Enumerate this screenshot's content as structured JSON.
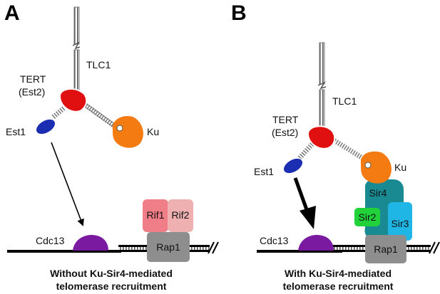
{
  "panels": [
    {
      "letter": "A",
      "labels": {
        "tlc1": "TLC1",
        "tert_line1": "TERT",
        "tert_line2": "(Est2)",
        "est1": "Est1",
        "ku": "Ku",
        "cdc13": "Cdc13",
        "rif1": "Rif1",
        "rif2": "Rif2",
        "rap1": "Rap1"
      },
      "caption_line1": "Without Ku-Sir4-mediated",
      "caption_line2": "telomerase recruitment"
    },
    {
      "letter": "B",
      "labels": {
        "tlc1": "TLC1",
        "tert_line1": "TERT",
        "tert_line2": "(Est2)",
        "est1": "Est1",
        "ku": "Ku",
        "cdc13": "Cdc13",
        "sir4": "Sir4",
        "sir2": "Sir2",
        "sir3": "Sir3",
        "rap1": "Rap1"
      },
      "caption_line1": "With Ku-Sir4-mediated",
      "caption_line2": "telomerase recruitment"
    }
  ],
  "colors": {
    "tert": "#e01010",
    "est1": "#1b2db0",
    "ku": "#f47a12",
    "cdc13": "#7a1aa0",
    "rif1": "#f07e88",
    "rif2": "#eeb0b0",
    "rap1": "#8e8e8e",
    "sir4": "#1a8a92",
    "sir2": "#22d23a",
    "sir3": "#1fb6e6",
    "rna": "#7a7a7a"
  }
}
